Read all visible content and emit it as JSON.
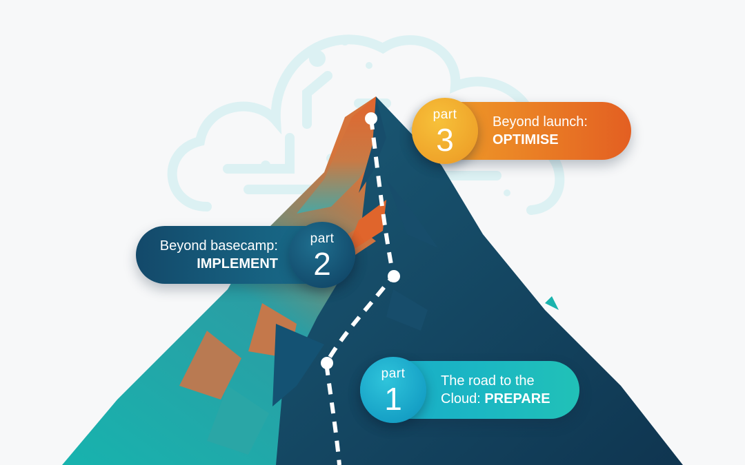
{
  "steps": [
    {
      "part_word": "part",
      "number": "1",
      "line1": "The road to the",
      "line2_plain": "Cloud: ",
      "line2_bold": "PREPARE"
    },
    {
      "part_word": "part",
      "number": "2",
      "line1": "Beyond basecamp:",
      "line2_plain": "",
      "line2_bold": "IMPLEMENT"
    },
    {
      "part_word": "part",
      "number": "3",
      "line1": "Beyond launch:",
      "line2_plain": "",
      "line2_bold": "OPTIMISE"
    }
  ],
  "colors": {
    "background": "#f7f8f9",
    "cloud_outline": "#dcf1f3",
    "mountain_dark": "#133f5c",
    "mountain_teal": "#1ab3ad",
    "mountain_orange": "#d8723a",
    "path": "#ffffff",
    "part1_accent": "#19a9c9",
    "part2_accent": "#13496a",
    "part3_accent": "#ec8a25"
  },
  "icons": [
    "cloud-circuit-illustration",
    "mountain-illustration",
    "trail-path"
  ]
}
